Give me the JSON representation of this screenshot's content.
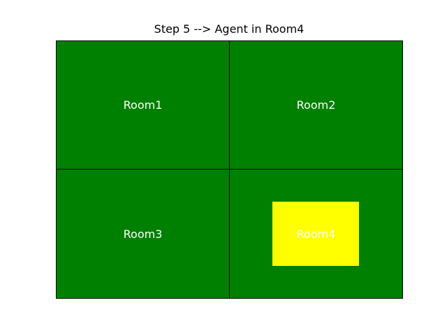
{
  "title": "Step 5 --> Agent in Room4",
  "agent": {
    "current_room": "Room4",
    "step": 5,
    "marker_color": "#ffff00",
    "marker_icon": "agent-square"
  },
  "colors": {
    "room_fill": "#008000",
    "room_border": "#000000",
    "label_color": "#ffffff"
  },
  "rooms": [
    {
      "id": "room-1",
      "label": "Room1"
    },
    {
      "id": "room-2",
      "label": "Room2"
    },
    {
      "id": "room-3",
      "label": "Room3"
    },
    {
      "id": "room-4",
      "label": "Room4"
    }
  ]
}
